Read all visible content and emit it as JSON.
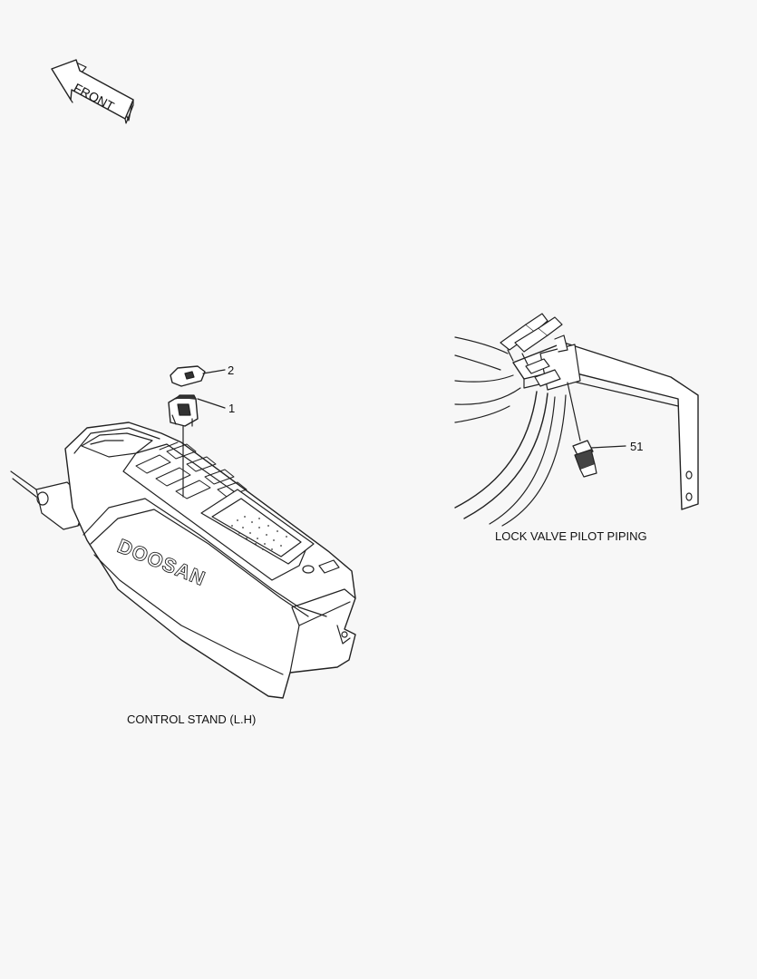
{
  "front_arrow": {
    "label": "FRONT"
  },
  "views": {
    "control_stand": {
      "caption": "CONTROL STAND (L.H)",
      "brand": "DOOSAN"
    },
    "lock_valve": {
      "caption": "LOCK VALVE PILOT PIPING"
    }
  },
  "callouts": {
    "part_1": "1",
    "part_2": "2",
    "part_51": "51"
  }
}
